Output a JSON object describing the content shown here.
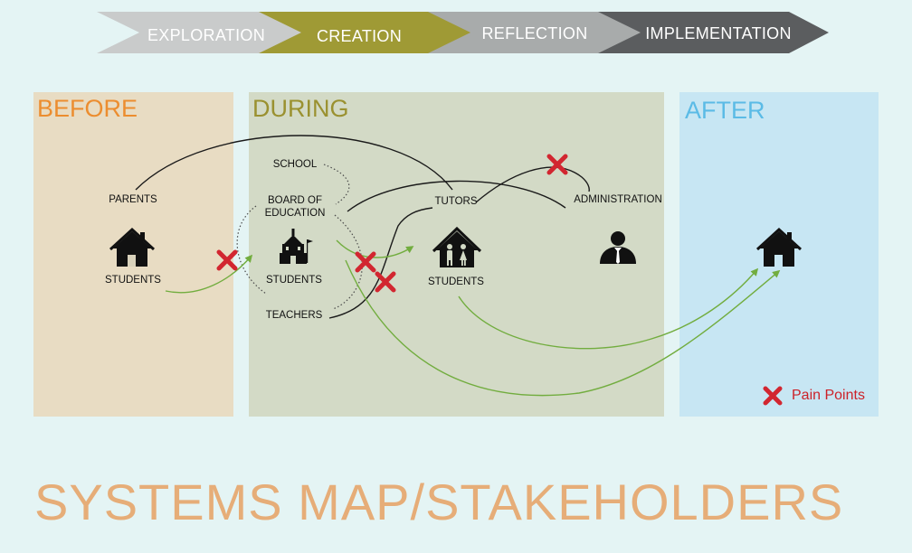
{
  "phases": [
    {
      "label": "EXPLORATION",
      "color": "#c9cbcb"
    },
    {
      "label": "CREATION",
      "color": "#9f9a35"
    },
    {
      "label": "REFLECTION",
      "color": "#a8abab"
    },
    {
      "label": "IMPLEMENTATION",
      "color": "#5b5d5f"
    }
  ],
  "panels": [
    {
      "label": "BEFORE",
      "fill": "#e8dcc3",
      "label_color": "#ec8d2f"
    },
    {
      "label": "DURING",
      "fill": "#d3dac6",
      "label_color": "#9a9130"
    },
    {
      "label": "AFTER",
      "fill": "#c7e6f3",
      "label_color": "#5bbbe6"
    }
  ],
  "nodes": {
    "parents": "PARENTS",
    "students_before": "STUDENTS",
    "school": "SCHOOL",
    "board_line1": "BOARD OF",
    "board_line2": "EDUCATION",
    "students_school": "STUDENTS",
    "teachers": "TEACHERS",
    "tutors": "TUTORS",
    "students_tutors": "STUDENTS",
    "administration": "ADMINISTRATION"
  },
  "icons": [
    "house-icon",
    "school-building-icon",
    "family-house-icon",
    "administrator-icon",
    "house-icon"
  ],
  "legend": {
    "label": "Pain Points",
    "color": "#cc2229"
  },
  "colors": {
    "influence_line": "#1a1a1a",
    "flow_line": "#72ad3f",
    "pain_point": "#d22630"
  },
  "title": {
    "text": "SYSTEMS MAP/STAKEHOLDERS",
    "color": "#e6ad78"
  }
}
